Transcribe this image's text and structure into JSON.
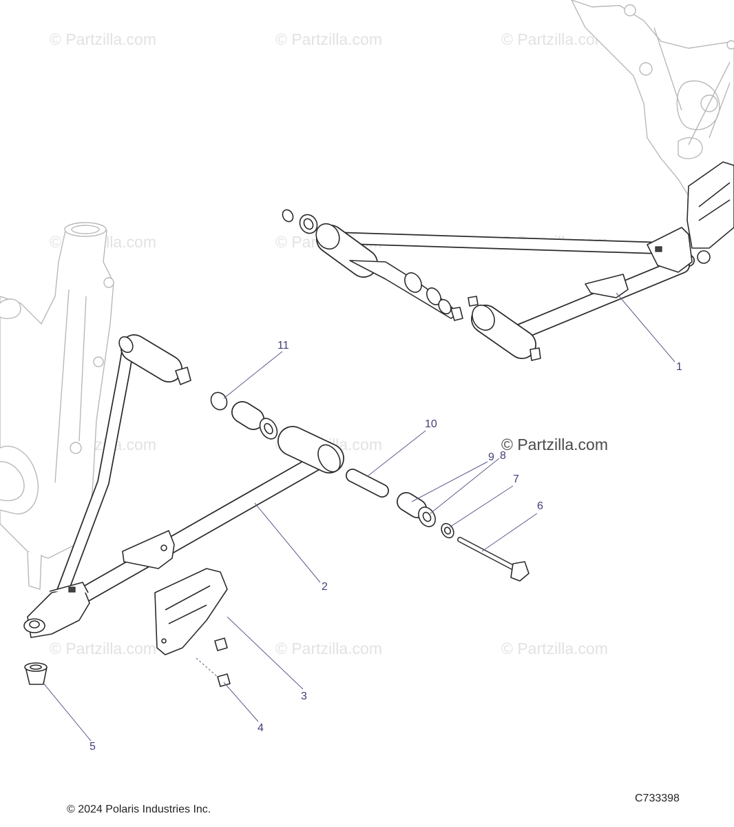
{
  "watermark_text": "© Partzilla.com",
  "prominent_watermark": "© Partzilla.com",
  "drawing_number": "C733398",
  "copyright": "© 2024 Polaris Industries Inc.",
  "callouts": [
    {
      "id": "callout-1",
      "label": "1"
    },
    {
      "id": "callout-2",
      "label": "2"
    },
    {
      "id": "callout-3",
      "label": "3"
    },
    {
      "id": "callout-4",
      "label": "4"
    },
    {
      "id": "callout-5",
      "label": "5"
    },
    {
      "id": "callout-6",
      "label": "6"
    },
    {
      "id": "callout-7",
      "label": "7"
    },
    {
      "id": "callout-8",
      "label": "8"
    },
    {
      "id": "callout-9",
      "label": "9"
    },
    {
      "id": "callout-10",
      "label": "10"
    },
    {
      "id": "callout-11",
      "label": "11"
    }
  ],
  "colors": {
    "line": "#2a2a2a",
    "ghost": "#b8b8b8",
    "callout": "#3e3e78",
    "watermark": "#e2e2e2"
  }
}
